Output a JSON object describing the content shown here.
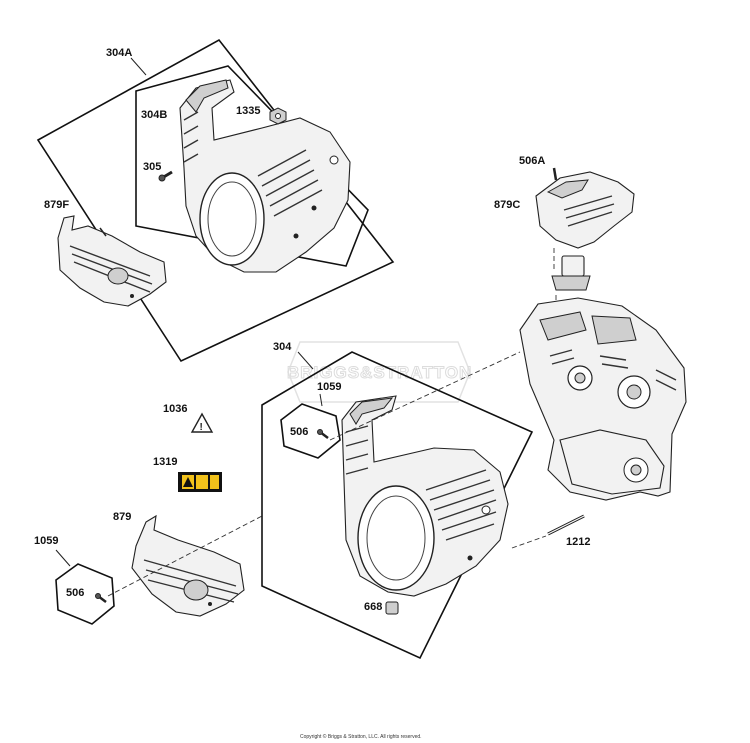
{
  "callouts": {
    "c304A": "304A",
    "c304B": "304B",
    "c1335": "1335",
    "c305": "305",
    "c879F": "879F",
    "c506A": "506A",
    "c879C": "879C",
    "c304": "304",
    "c1059a": "1059",
    "c506a": "506",
    "c1036": "1036",
    "c1319": "1319",
    "c879": "879",
    "c1059b": "1059",
    "c506b": "506",
    "c1212": "1212",
    "c668": "668"
  },
  "watermark": "BRIGGS&STRATTON",
  "copyright": "Copyright © Briggs & Stratton, LLC. All rights reserved.",
  "colors": {
    "decal_yellow": "#f2c21b",
    "decal_black": "#111111",
    "line": "#111111"
  }
}
